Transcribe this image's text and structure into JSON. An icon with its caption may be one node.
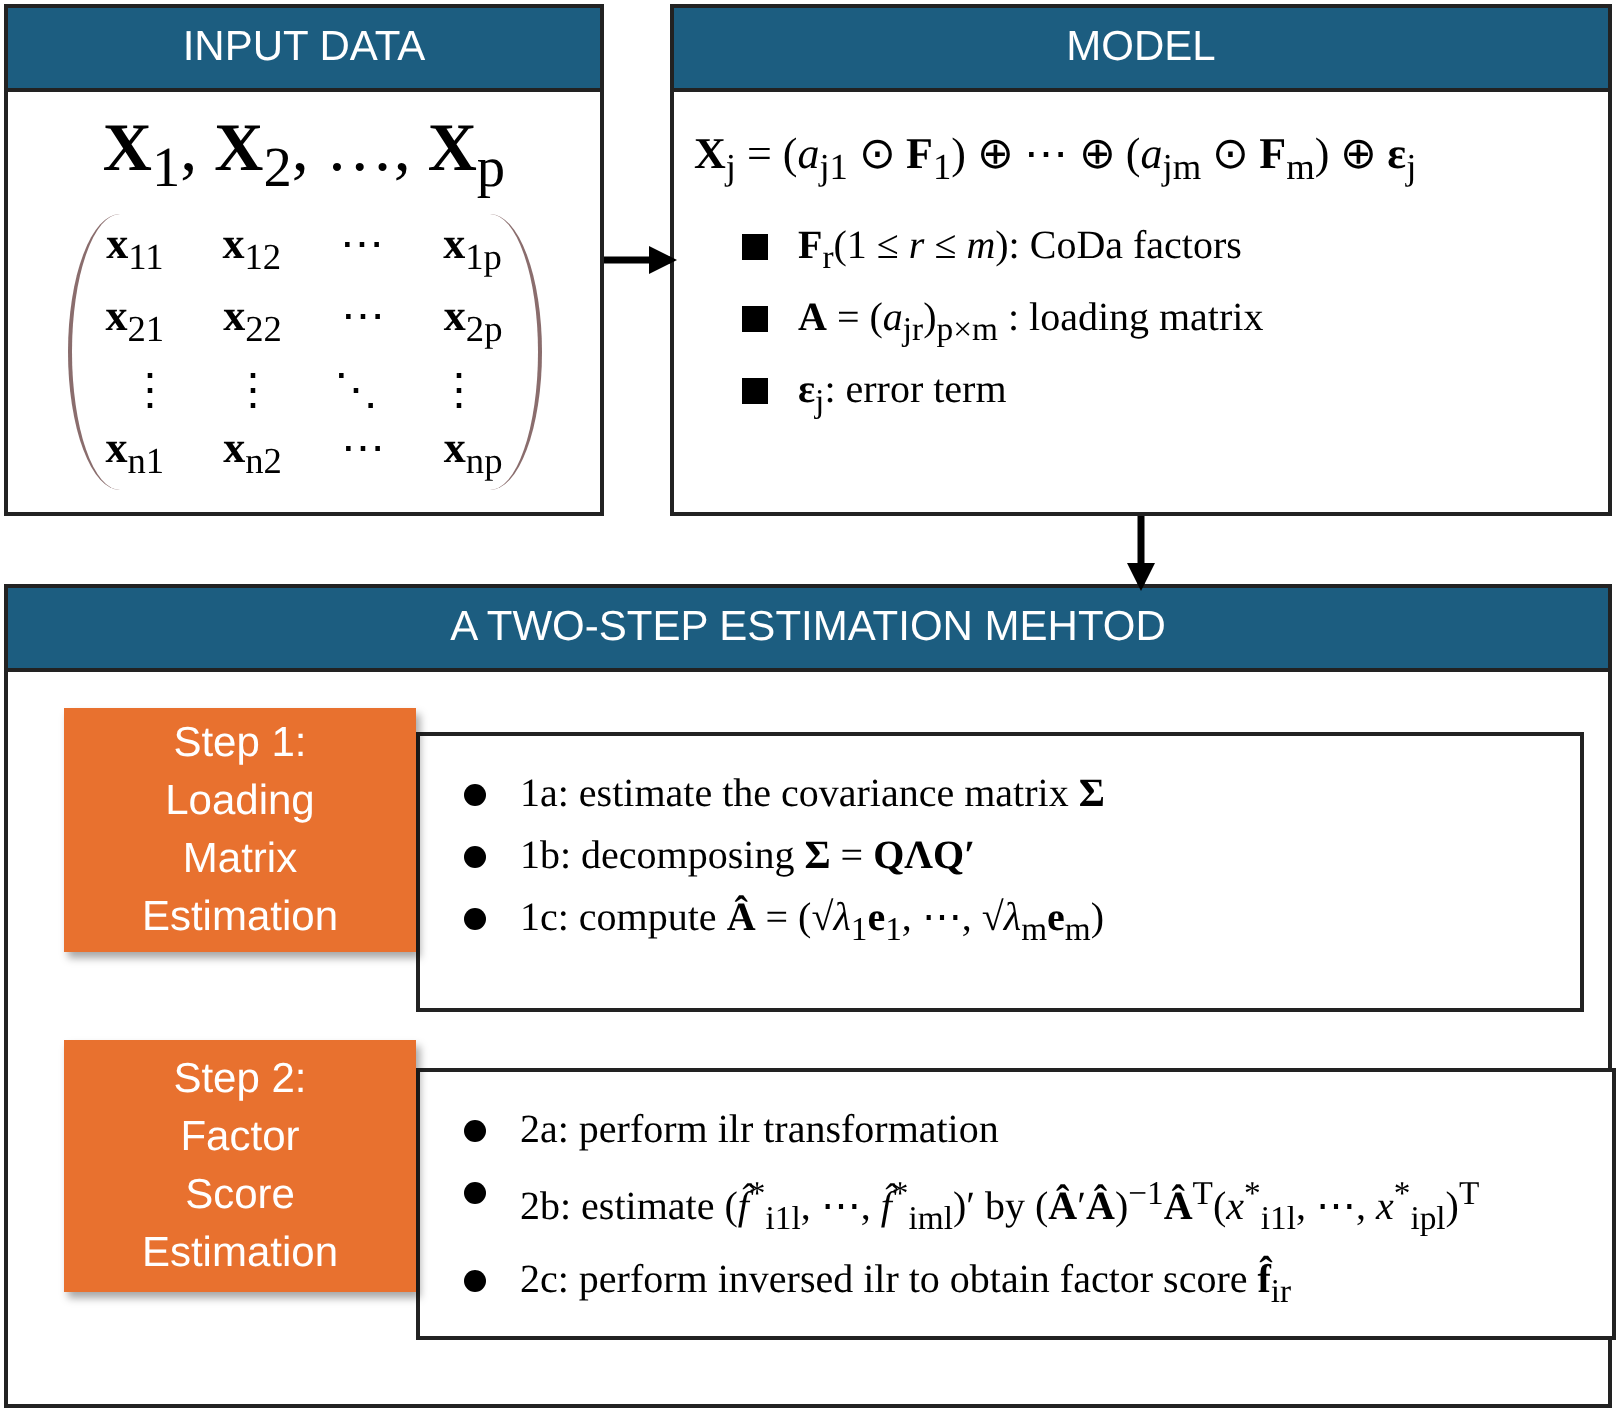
{
  "diagram": {
    "nodes": [
      {
        "text": [
          "INPUT DATA",
          "**X**$_{1}$, **X**$_{2}$, …, **X**$_{p}$",
          "**x**$_{11}$ **x**$_{12}$ ⋯ **x**$_{1p}$",
          "**x**$_{21}$ **x**$_{22}$ ⋯ **x**$_{2p}$",
          "⋮ ⋮ ⋱ ⋮",
          "**x**$_{n1}$ **x**$_{n2}$ ⋯ **x**$_{np}$"
        ]
      },
      {
        "text": [
          "MODEL",
          "**X**$_{j}$ = (*a*$_{j1}$ ⊙ **F**$_{1}$) ⊕ ⋯ ⊕ (*a*$_{jm}$ ⊙ **F**$_{m}$) ⊕ **ε**$_{j}$",
          "**F**$_{r}$(1 ≤ *r* ≤ *m*): CoDa factors",
          "**A** = (*a*$_{jr}$)$_{p×m}$ : loading matrix",
          "**ε**$_{j}$: error term"
        ]
      },
      {
        "text": [
          "A TWO-STEP ESTIMATION MEHTOD"
        ]
      },
      {
        "text": [
          "Step 1: Loading Matrix Estimation"
        ],
        "in": 2
      },
      {
        "text": [
          "1a: estimate the covariance matrix **Σ**",
          "1b: decomposing **Σ** = **QΛQ′**",
          "1c: compute **Â** = (√*λ*$_{1}$**e**$_{1}$, ⋯, √*λ*$_{m}$**e**$_{m}$)"
        ],
        "in": 2
      },
      {
        "text": [
          "Step 2: Factor Score Estimation"
        ],
        "in": 2
      },
      {
        "text": [
          "2a: perform ilr transformation",
          "2b: estimate (*f̂*$^{*}$$_{i1l}$, ⋯, *f̂*$^{*}$$_{iml}$)′ by (**Â**′**Â**)$^{−1}$**Â**$^{T}$(*x*$^{*}$$_{i1l}$, ⋯, *x*$^{*}$$_{ipl}$)$^{T}$",
          "2c: perform inversed ilr to obtain factor score **f̂**$_{ir}$"
        ],
        "in": 2
      }
    ],
    "edges": [
      {
        "from": 0,
        "to": 1,
        "arrow": "to"
      },
      {
        "from": 1,
        "to": 2,
        "arrow": "to"
      }
    ]
  }
}
